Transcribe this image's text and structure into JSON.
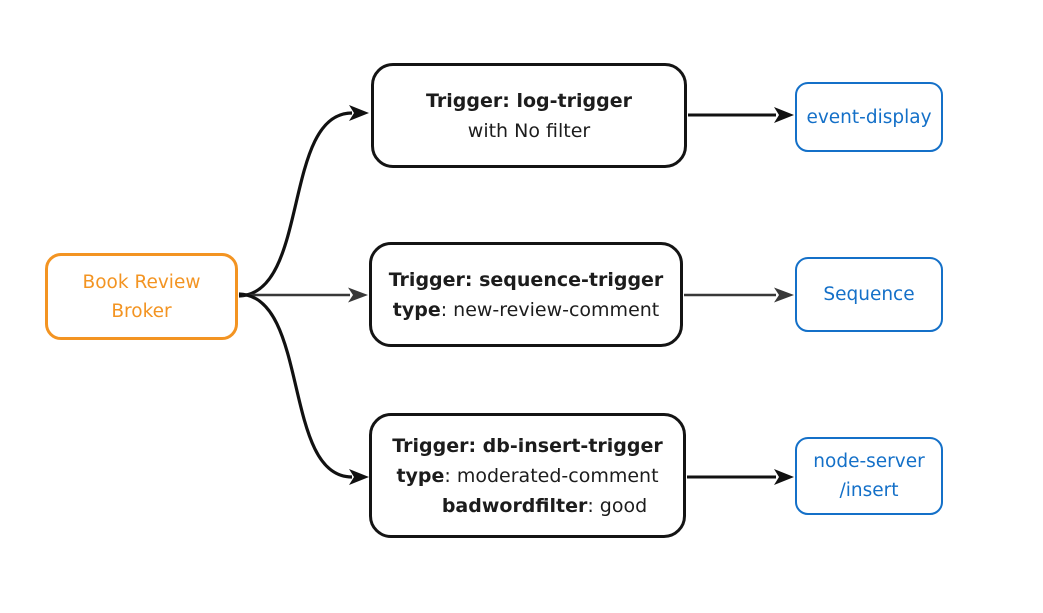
{
  "diagram": {
    "broker": {
      "line1": "Book Review",
      "line2": "Broker"
    },
    "triggers": {
      "log": {
        "title": "Trigger: log-trigger",
        "subtitle": "with No filter"
      },
      "sequence": {
        "title": "Trigger: sequence-trigger",
        "attr_key": "type",
        "attr_rest": ": new-review-comment"
      },
      "db_insert": {
        "title": "Trigger: db-insert-trigger",
        "attr_key": "type",
        "attr_rest": ": moderated-comment",
        "filter_key": "badwordfilter",
        "filter_rest": ": good"
      }
    },
    "sinks": {
      "event_display": {
        "label": "event-display"
      },
      "sequence": {
        "label": "Sequence"
      },
      "node_server": {
        "line1": "node-server",
        "line2": "/insert"
      }
    },
    "colors": {
      "broker_accent": "#F39422",
      "sink_accent": "#1470C8",
      "edge_dark": "#111111",
      "edge_gray": "#383838"
    }
  }
}
